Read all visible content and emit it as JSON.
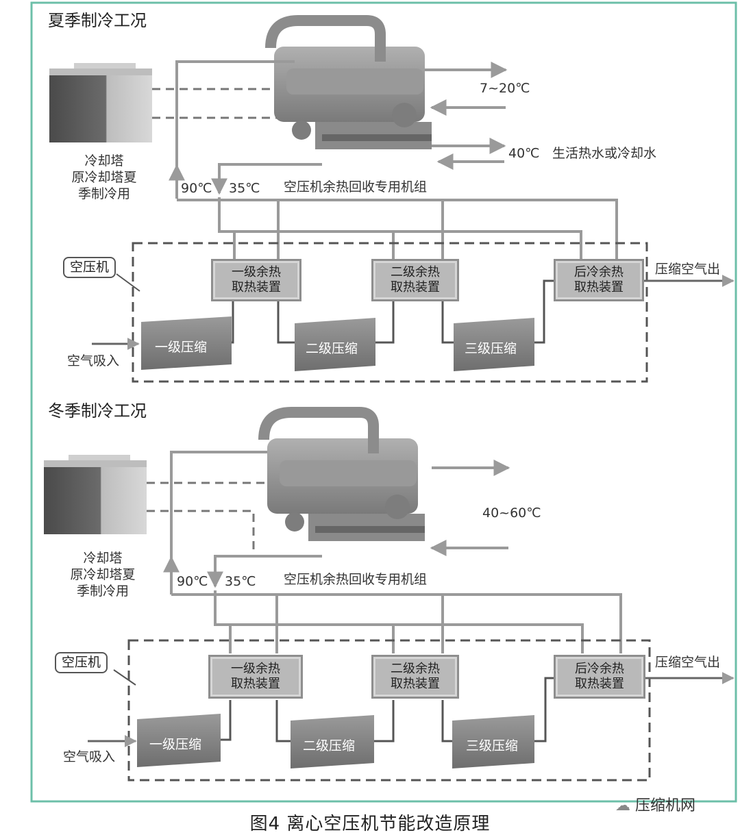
{
  "summer": {
    "title": "夏季制冷工况",
    "tower_label": "冷却塔\n原冷却塔夏\n季制冷用",
    "temp_chilled": "7~20℃",
    "temp_hot": "40℃",
    "hot_water_label": "生活热水或冷却水",
    "temp_supply": "90℃",
    "temp_return": "35℃",
    "unit_label": "空压机余热回收专用机组",
    "compressor_tag": "空压机",
    "air_in": "空气吸入",
    "air_out": "压缩空气出",
    "recovery_1": "一级余热\n取热装置",
    "recovery_2": "二级余热\n取热装置",
    "recovery_3": "后冷余热\n取热装置",
    "stage_1": "一级压缩",
    "stage_2": "二级压缩",
    "stage_3": "三级压缩"
  },
  "winter": {
    "title": "冬季制冷工况",
    "tower_label": "冷却塔\n原冷却塔夏\n季制冷用",
    "temp_hot": "40~60℃",
    "temp_supply": "90℃",
    "temp_return": "35℃",
    "unit_label": "空压机余热回收专用机组",
    "compressor_tag": "空压机",
    "air_in": "空气吸入",
    "air_out": "压缩空气出",
    "recovery_1": "一级余热\n取热装置",
    "recovery_2": "二级余热\n取热装置",
    "recovery_3": "后冷余热\n取热装置",
    "stage_1": "一级压缩",
    "stage_2": "二级压缩",
    "stage_3": "三级压缩"
  },
  "caption": "图4  离心空压机节能改造原理",
  "watermark": "压缩机网",
  "colors": {
    "frame": "#6cbfa8",
    "pipe": "#9a9a9a",
    "box": "#b9b9b9",
    "compressor": "#8a8a8a"
  }
}
